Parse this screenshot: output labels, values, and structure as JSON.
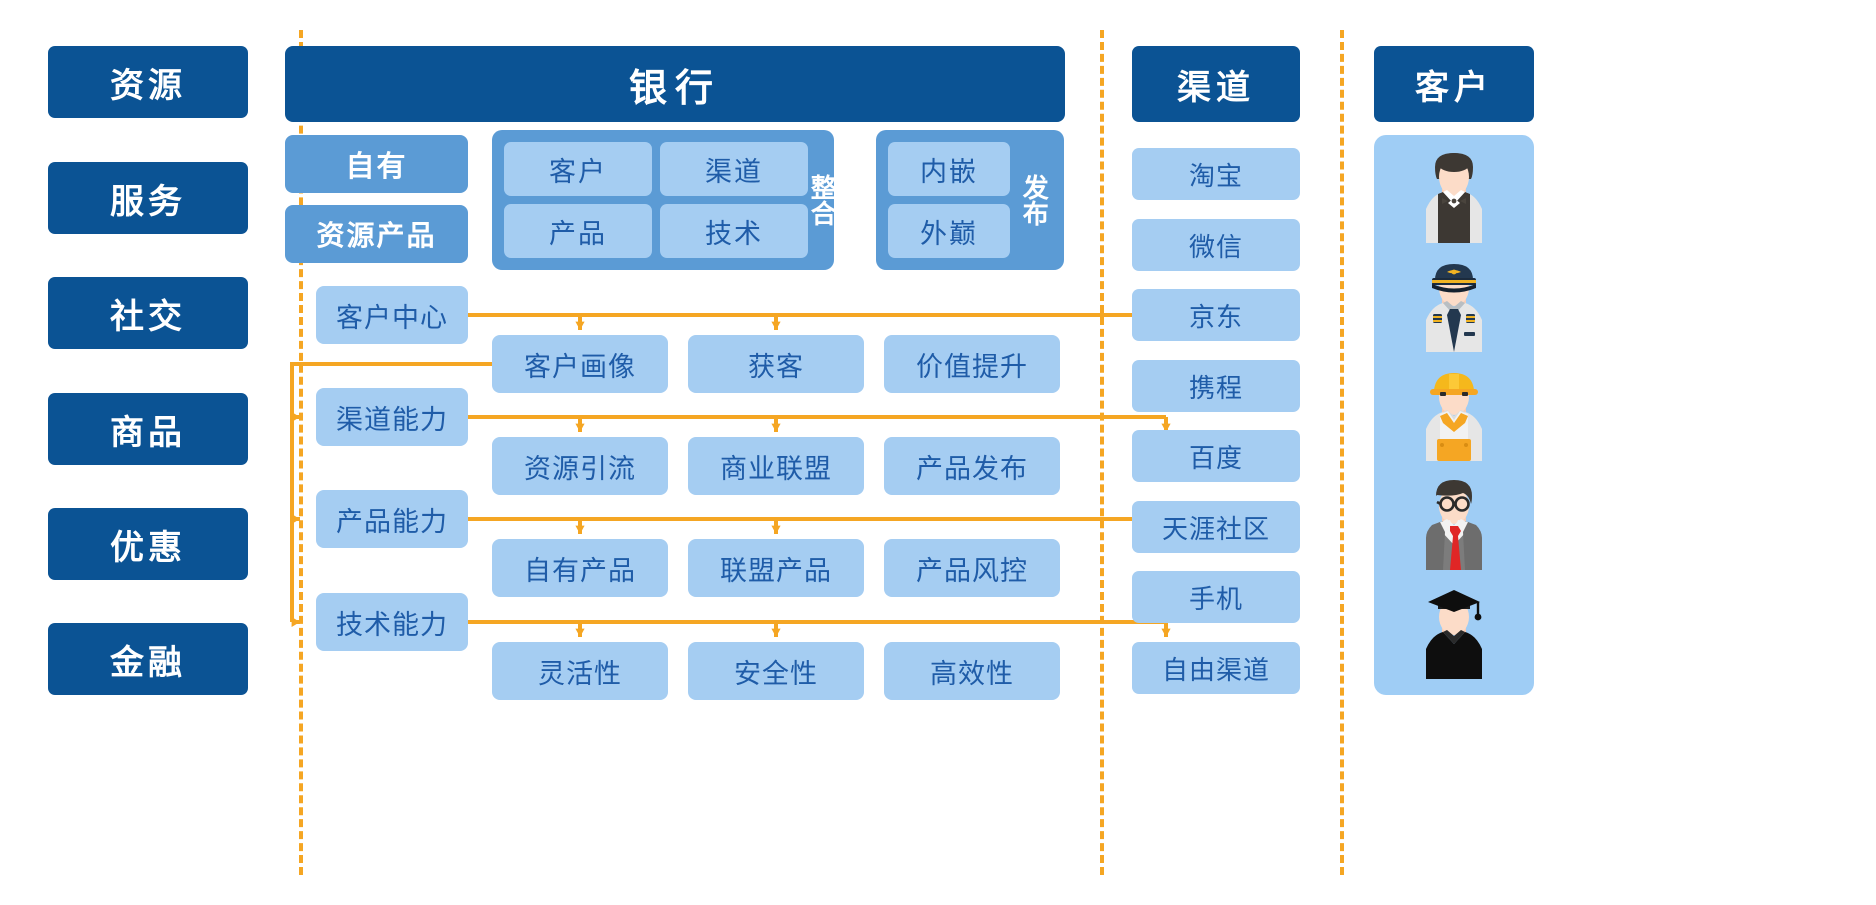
{
  "resources": {
    "title": "resource-column",
    "items": [
      {
        "label": "资源"
      },
      {
        "label": "服务"
      },
      {
        "label": "社交"
      },
      {
        "label": "商品"
      },
      {
        "label": "优惠"
      },
      {
        "label": "金融"
      }
    ]
  },
  "bank": {
    "header": "银行",
    "own": {
      "items": [
        "自有",
        "资源产品"
      ]
    },
    "integration": {
      "vertical_label": "整合",
      "cells": [
        "客户",
        "渠道",
        "产品",
        "技术"
      ]
    },
    "publish": {
      "vertical_label": "发布",
      "cells": [
        "内嵌",
        "外巅"
      ]
    }
  },
  "flow": {
    "rows": [
      {
        "capability": "客户中心",
        "outputs": [
          "客户画像",
          "获客",
          "价值提升"
        ]
      },
      {
        "capability": "渠道能力",
        "outputs": [
          "资源引流",
          "商业联盟",
          "产品发布"
        ]
      },
      {
        "capability": "产品能力",
        "outputs": [
          "自有产品",
          "联盟产品",
          "产品风控"
        ]
      },
      {
        "capability": "技术能力",
        "outputs": [
          "灵活性",
          "安全性",
          "高效性"
        ]
      }
    ]
  },
  "channel": {
    "header": "渠道",
    "items": [
      "淘宝",
      "微信",
      "京东",
      "携程",
      "百度",
      "天涯社区",
      "手机",
      "自由渠道"
    ]
  },
  "customer": {
    "header": "客户",
    "avatars": [
      {
        "name": "waiter-avatar"
      },
      {
        "name": "pilot-avatar"
      },
      {
        "name": "construction-worker-avatar"
      },
      {
        "name": "businessman-avatar"
      },
      {
        "name": "graduate-avatar"
      }
    ]
  },
  "colors": {
    "dark_blue": "#0b5394",
    "mid_blue": "#5b9bd5",
    "light_blue": "#a5cdf2",
    "panel_blue": "#9fcdf5",
    "text_blue": "#1f5ca8",
    "connector_orange": "#f5a623",
    "separator_orange": "#f5a623"
  }
}
